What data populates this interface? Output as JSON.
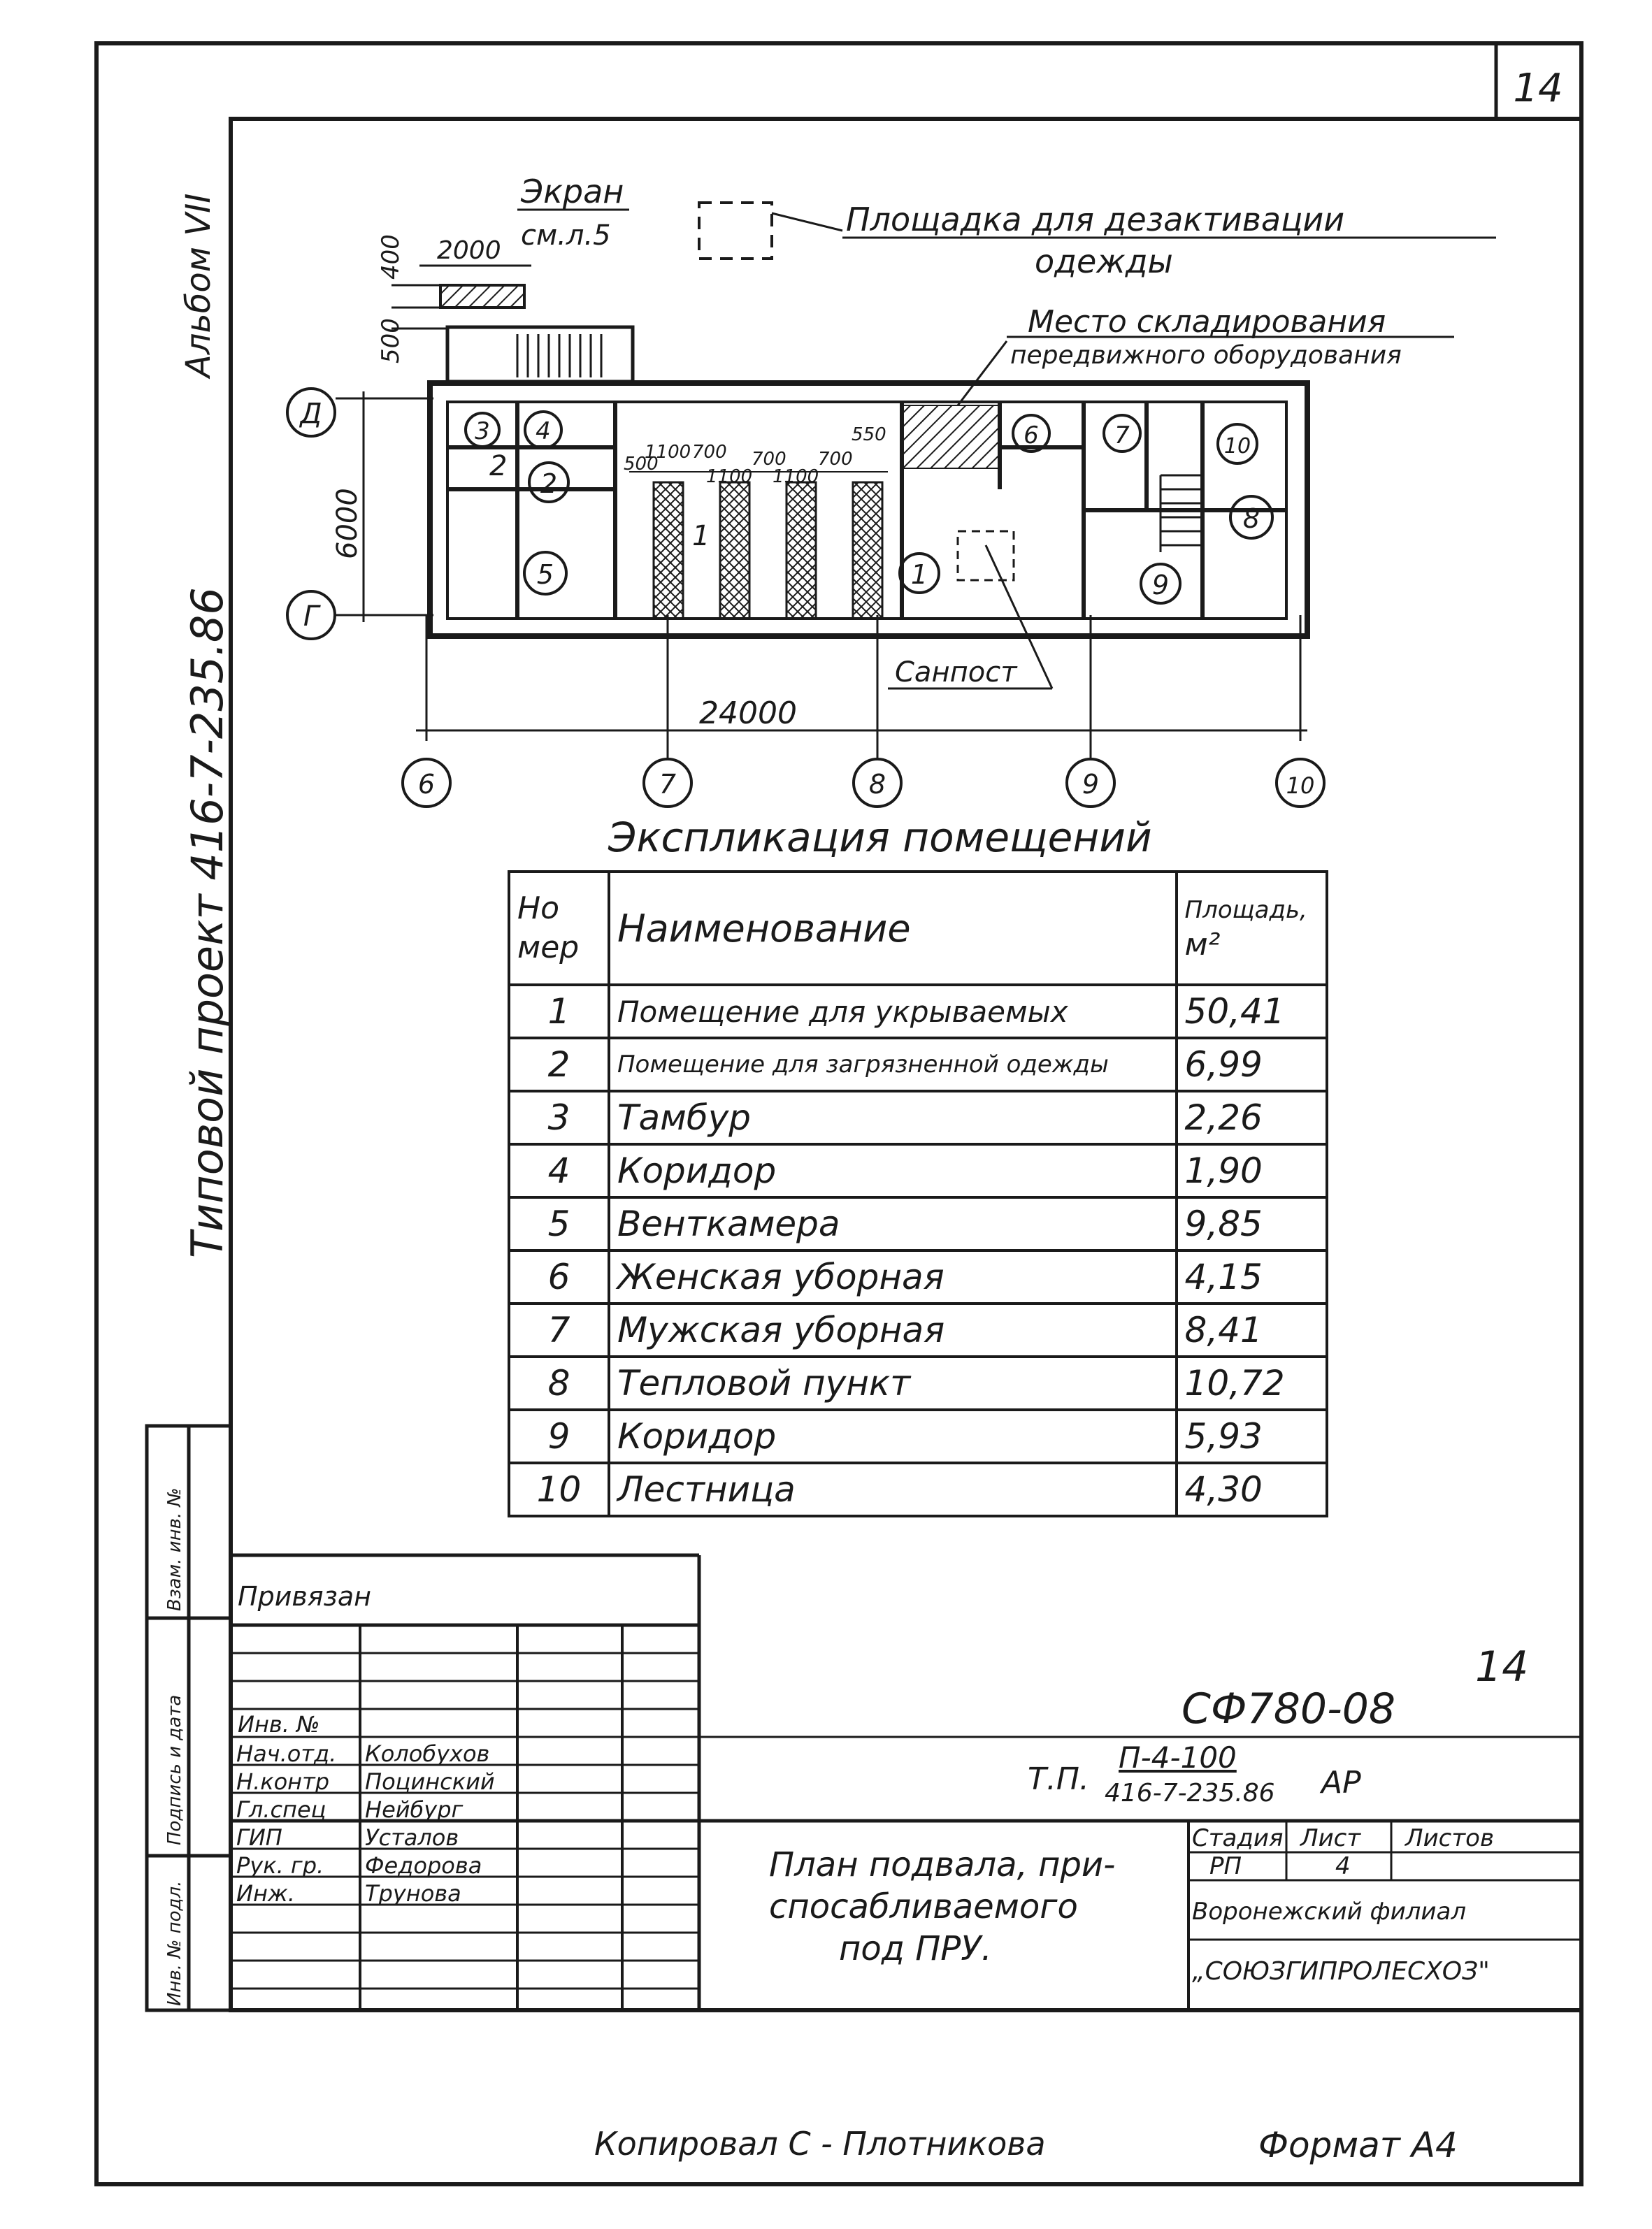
{
  "sheet_number": "14",
  "sheet_number_copy": "14",
  "album": "Альбом VII",
  "project_side": "Типовой проект 416-7-235.86",
  "plan": {
    "screen_label": "Экран",
    "screen_ref": "см.л.5",
    "dim_2000": "2000",
    "dim_400": "400",
    "dim_500": "500",
    "decon_label_1": "Площадка для дезактивации",
    "decon_label_2": "одежды",
    "storage_label_1": "Место складирования",
    "storage_label_2": "передвижного оборудования",
    "sanpost_label": "Санпост",
    "dim_6000": "6000",
    "dim_24000": "24000",
    "dims_top": [
      "500",
      "1100",
      "700",
      "1100",
      "700",
      "1100",
      "700",
      "550"
    ],
    "axes_h": [
      "6",
      "7",
      "8",
      "9",
      "10"
    ],
    "axes_v": [
      "Д",
      "Г"
    ],
    "room_circles": [
      "1",
      "2",
      "3",
      "4",
      "5",
      "6",
      "7",
      "8",
      "9",
      "10"
    ],
    "room_digits": [
      "1",
      "2"
    ]
  },
  "explication": {
    "title": "Экспликация помещений",
    "col_num_1": "Но",
    "col_num_2": "мер",
    "col_name": "Наименование",
    "col_area_1": "Площадь,",
    "col_area_2": "м²",
    "rows": [
      {
        "num": "1",
        "name": "Помещение для укрываемых",
        "area": "50,41"
      },
      {
        "num": "2",
        "name": "Помещение для загрязненной одежды",
        "area": "6,99"
      },
      {
        "num": "3",
        "name": "Тамбур",
        "area": "2,26"
      },
      {
        "num": "4",
        "name": "Коридор",
        "area": "1,90"
      },
      {
        "num": "5",
        "name": "Венткамера",
        "area": "9,85"
      },
      {
        "num": "6",
        "name": "Женская уборная",
        "area": "4,15"
      },
      {
        "num": "7",
        "name": "Мужская уборная",
        "area": "8,41"
      },
      {
        "num": "8",
        "name": "Тепловой пункт",
        "area": "10,72"
      },
      {
        "num": "9",
        "name": "Коридор",
        "area": "5,93"
      },
      {
        "num": "10",
        "name": "Лестница",
        "area": "4,30"
      }
    ]
  },
  "stamp": {
    "linked": "Привязан",
    "inv_no": "Инв. №",
    "side_labels": [
      "Взам. инв. №",
      "Подпись и дата",
      "Инв. № подл."
    ],
    "roles": [
      {
        "role": "Нач.отд.",
        "name": "Колобухов"
      },
      {
        "role": "Н.контр",
        "name": "Поцинский"
      },
      {
        "role": "Гл.спец",
        "name": "Нейбург"
      },
      {
        "role": "ГИП",
        "name": "Усталов"
      },
      {
        "role": "Рук. гр.",
        "name": "Федорова"
      },
      {
        "role": "Инж.",
        "name": "Трунова"
      }
    ],
    "code": "СФ780-08",
    "tp_prefix": "Т.П.",
    "tp_num": "П-4-100",
    "tp_project": "416-7-235.86",
    "tp_suffix": "АР",
    "title": [
      "План подвала, при-",
      "спосабливаемого",
      "под ПРУ."
    ],
    "stage_label": "Стадия",
    "sheet_label": "Лист",
    "sheets_label": "Листов",
    "stage_value": "РП",
    "sheet_value": "4",
    "org_1": "Воронежский филиал",
    "org_2": "„СОЮЗГИПРОЛЕСХОЗ\""
  },
  "copied_by": "Копировал С - Плотникова",
  "format": "Формат А4"
}
